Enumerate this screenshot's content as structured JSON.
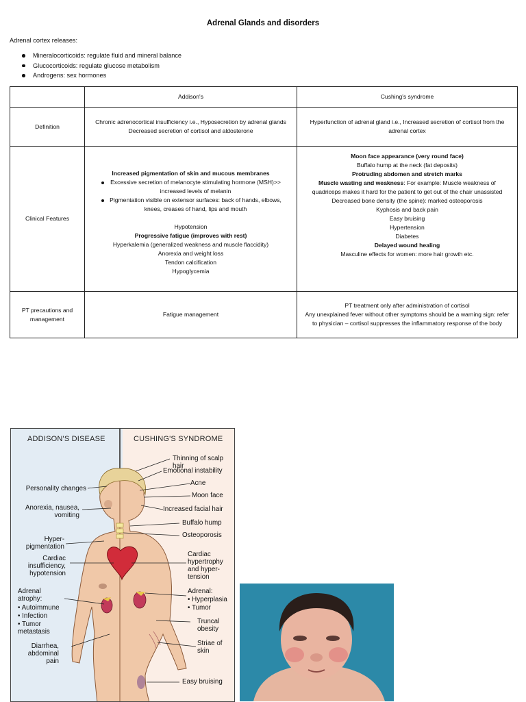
{
  "document": {
    "title": "Adrenal Glands and disorders",
    "intro": "Adrenal cortex releases:",
    "bullets": [
      "Mineralocorticoids: regulate fluid and mineral balance",
      "Glucocorticoids: regulate glucose metabolism",
      "Androgens: sex hormones"
    ]
  },
  "table": {
    "headers": [
      "",
      "Addison's",
      "Cushing's syndrome"
    ],
    "rows": {
      "definition": {
        "label": "Definition",
        "addison": [
          "Chronic adrenocortical insufficiency i.e., Hyposecretion by adrenal glands",
          "Decreased secretion of cortisol and aldosterone"
        ],
        "cushing": "Hyperfunction of adrenal gland i.e., Increased secretion of cortisol from the adrenal cortex"
      },
      "clinical": {
        "label": "Clinical Features",
        "addison": {
          "heading": "Increased pigmentation of skin and mucous membranes",
          "subpoints": [
            "Excessive secretion of melanocyte stimulating hormone (MSH)>> increased levels of melanin",
            "Pigmentation visible on extensor surfaces: back of hands, elbows, knees, creases of hand, lips and mouth"
          ],
          "hypotension": "Hypotension",
          "fatigue": "Progressive fatigue (improves with rest)",
          "hyperkalemia": "Hyperkalemia (generalized weakness and muscle flaccidity)",
          "anorexia": "Anorexia and weight loss",
          "tendon": "Tendon calcification",
          "hypoglycemia": "Hypoglycemia"
        },
        "cushing": {
          "moon": "Moon face appearance (very round face)",
          "buffalo": "Buffalo hump at the neck (fat deposits)",
          "abdomen": "Protruding abdomen and stretch marks",
          "muscle_bold": "Muscle wasting and weakness",
          "muscle_rest": ": For example: Muscle weakness of quadriceps makes it hard for the patient to get out of the chair unassisted",
          "bone": "Decreased bone density (the spine): marked osteoporosis",
          "kyphosis": "Kyphosis and back pain",
          "bruising": "Easy bruising",
          "hypertension": "Hypertension",
          "diabetes": "Diabetes",
          "wound": "Delayed wound healing",
          "masculine": "Masculine effects for women: more hair growth etc."
        }
      },
      "pt": {
        "label": "PT precautions and management",
        "addison": "Fatigue management",
        "cushing": [
          "PT treatment only after administration of cortisol",
          "Any unexplained fever without other symptoms should be a warning sign: refer to physician – cortisol suppresses the inflammatory response of the body"
        ]
      }
    }
  },
  "figure": {
    "left_title": "ADDISON'S DISEASE",
    "right_title": "CUSHING'S SYNDROME",
    "left_labels": [
      "Personality changes",
      "Anorexia, nausea, vomiting",
      "Hyper-pigmentation",
      "Cardiac insufficiency, hypotension",
      "Adrenal atrophy:",
      "• Autoimmune",
      "• Infection",
      "• Tumor metastasis",
      "Diarrhea, abdominal pain"
    ],
    "right_labels": [
      "Thinning of scalp hair",
      "Emotional instability",
      "Acne",
      "Moon face",
      "Increased facial hair",
      "Buffalo hump",
      "Osteoporosis",
      "Cardiac hypertrophy and hyper-tension",
      "Adrenal:",
      "• Hyperplasia",
      "• Tumor",
      "Truncal obesity",
      "Striae of skin",
      "Easy bruising"
    ]
  },
  "colors": {
    "addison_panel": "#e3ecf4",
    "cushing_panel": "#fbeee6",
    "skin": "#f0c8a8",
    "photo_background": "#2c89a8"
  }
}
